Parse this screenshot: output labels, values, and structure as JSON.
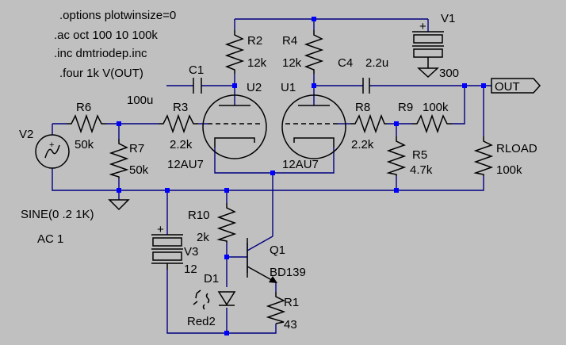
{
  "directives": [
    ".options plotwinsize=0",
    ".ac oct 100 10 100k",
    ".inc dmtriodep.inc",
    ".four 1k V(OUT)"
  ],
  "components": {
    "R2": {
      "ref": "R2",
      "value": "12k"
    },
    "R4": {
      "ref": "R4",
      "value": "12k"
    },
    "C1": {
      "ref": "C1",
      "value": "100u"
    },
    "C4": {
      "ref": "C4",
      "value": "2.2u"
    },
    "V1": {
      "ref": "V1",
      "value": "300"
    },
    "R6": {
      "ref": "R6",
      "value": "50k"
    },
    "R7": {
      "ref": "R7",
      "value": "50k"
    },
    "R3": {
      "ref": "R3",
      "value": "2.2k"
    },
    "U2": {
      "ref": "U2",
      "value": "12AU7"
    },
    "U1": {
      "ref": "U1",
      "value": "12AU7"
    },
    "R8": {
      "ref": "R8",
      "value": "2.2k"
    },
    "R9": {
      "ref": "R9",
      "value": "100k"
    },
    "R5": {
      "ref": "R5",
      "value": "4.7k"
    },
    "RLOAD": {
      "ref": "RLOAD",
      "value": "100k"
    },
    "V2": {
      "ref": "V2",
      "value": "SINE(0 .2 1K)",
      "ac": "AC 1"
    },
    "R10": {
      "ref": "R10",
      "value": "2k"
    },
    "Q1": {
      "ref": "Q1",
      "value": "BD139"
    },
    "V3": {
      "ref": "V3",
      "value": "12"
    },
    "D1": {
      "ref": "D1",
      "value": "Red2"
    },
    "R1": {
      "ref": "R1",
      "value": "43"
    }
  },
  "net_label": "OUT",
  "colors": {
    "background": "#c0c0c0",
    "wire": "#000080",
    "node": "#0000ff",
    "component": "#000000"
  }
}
